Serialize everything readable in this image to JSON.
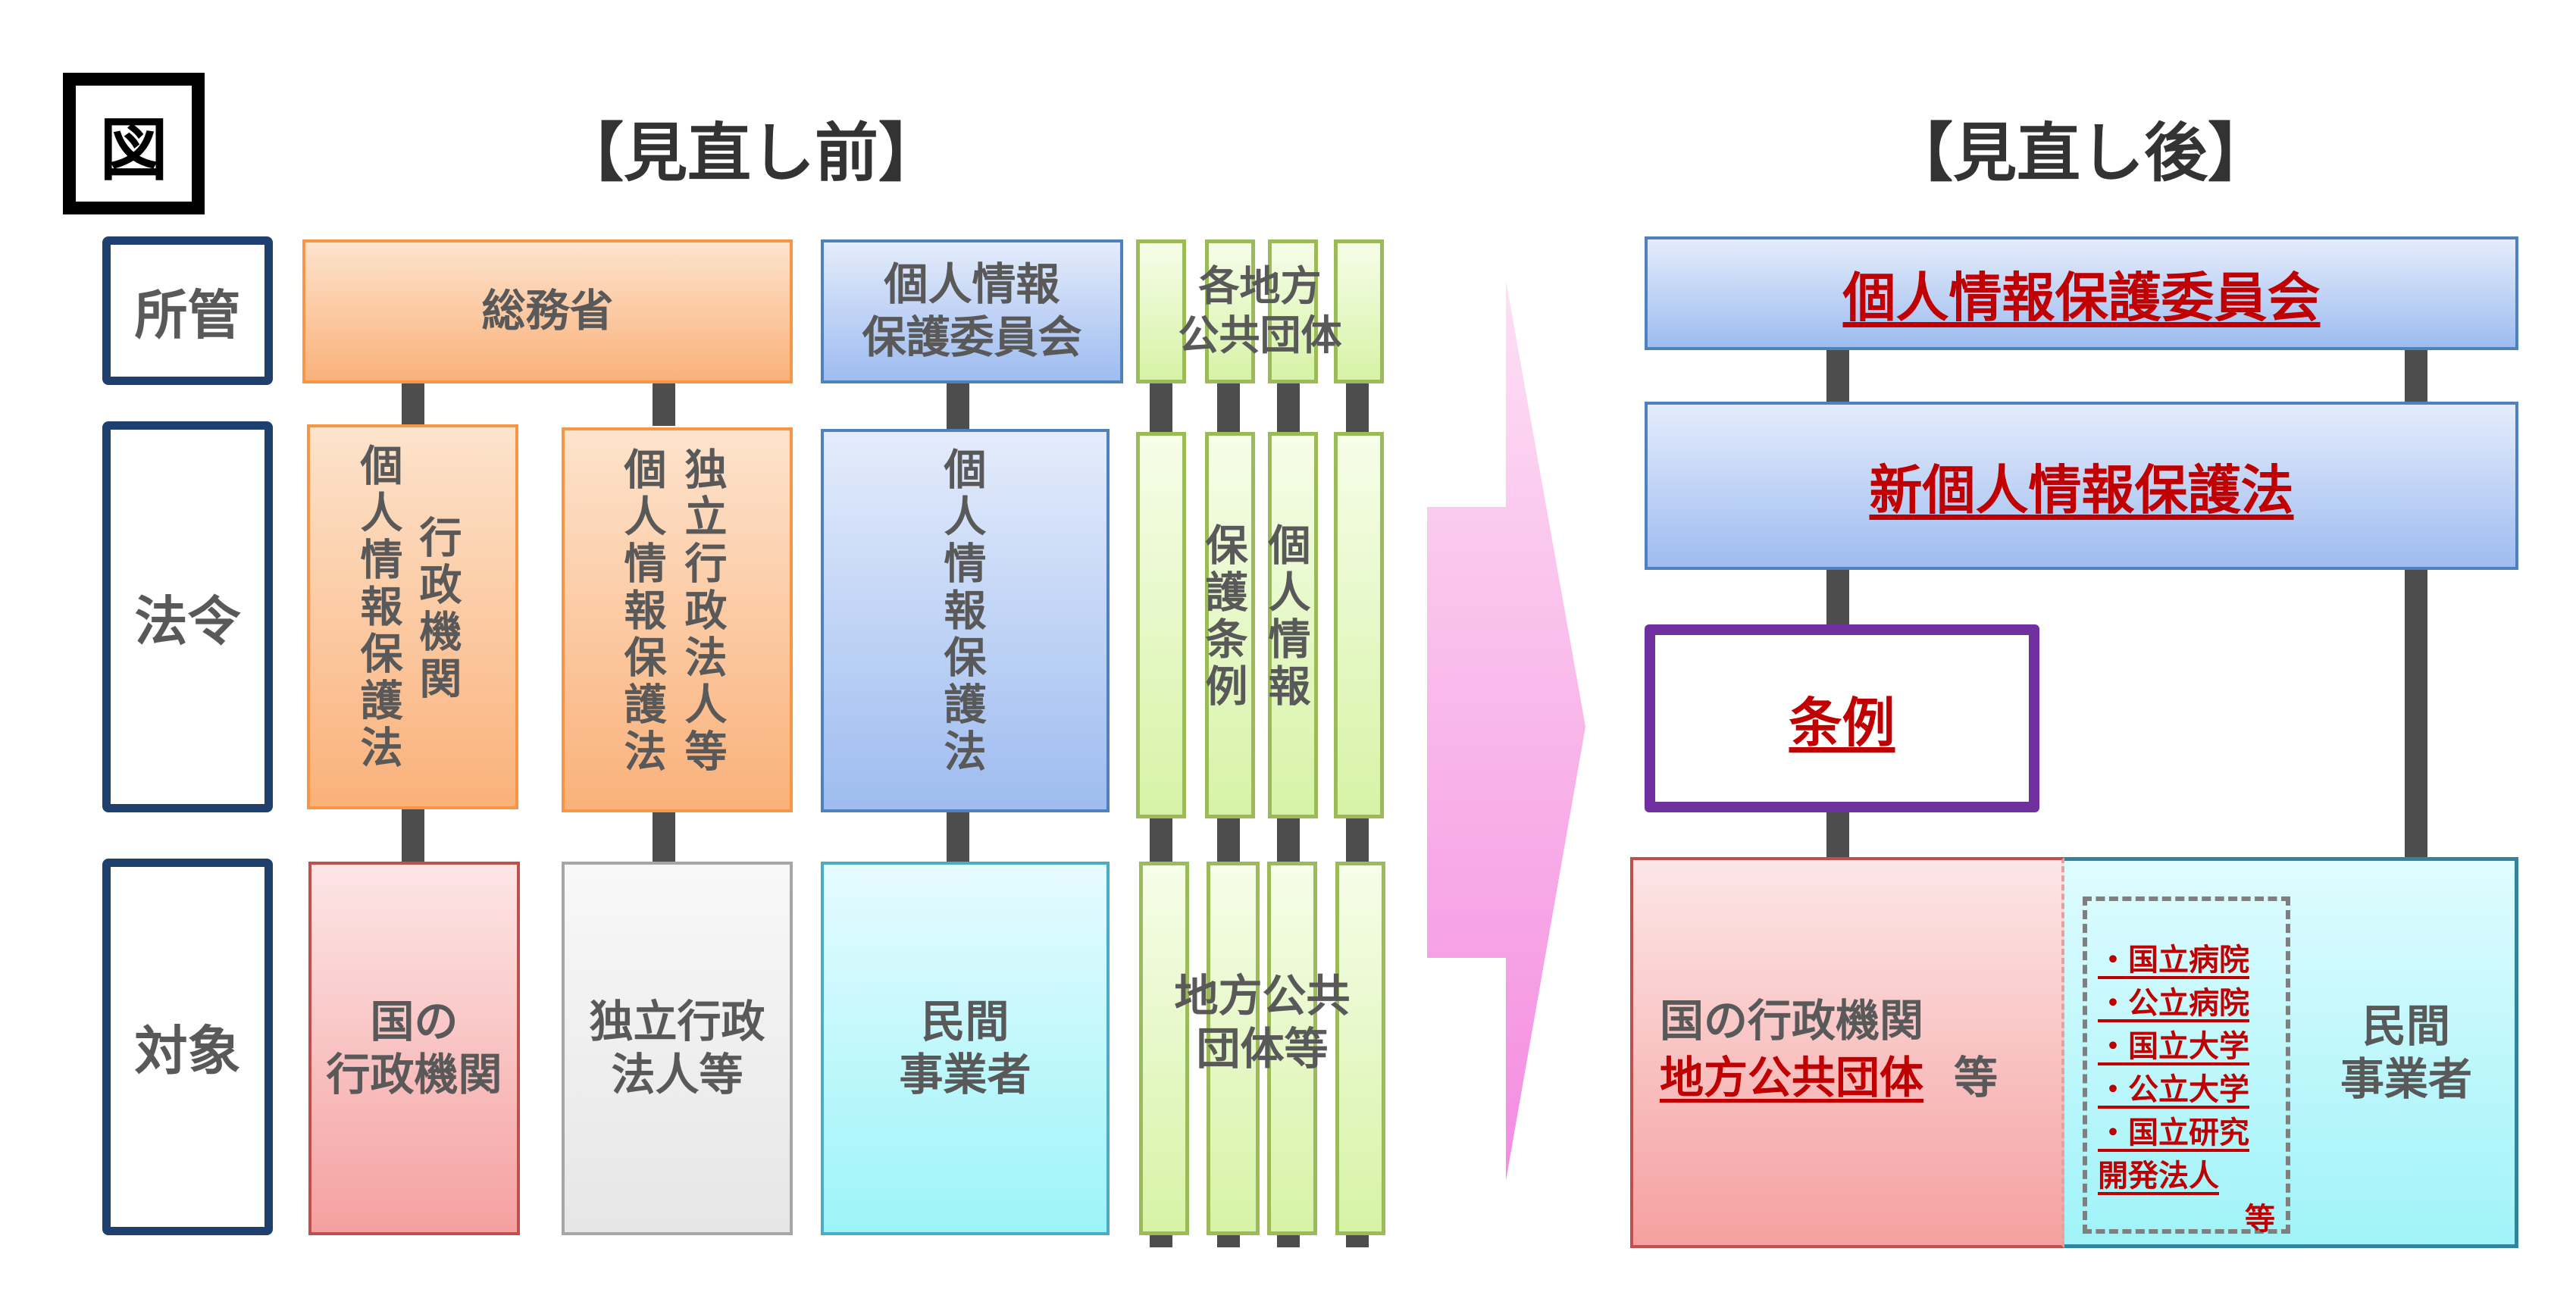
{
  "figure_label": "図",
  "before": {
    "title": "【見直し前】",
    "row_labels": [
      "所管",
      "法令",
      "対象"
    ],
    "jurisdiction": {
      "somusho": "総務省",
      "ppc": "個人情報\n保護委員会",
      "local": "各地方\n公共団体"
    },
    "laws": {
      "admin_col1": "行政機関",
      "admin_col2": "個人情報保護法",
      "inc_col1": "独立行政法人等",
      "inc_col2": "個人情報保護法",
      "private": "個人情報保護法",
      "local_col1": "保護条例",
      "local_col2": "個人情報"
    },
    "targets": {
      "admin": "国の\n行政機関",
      "inc": "独立行政\n法人等",
      "private": "民間\n事業者",
      "local": "地方公共\n団体等"
    }
  },
  "after": {
    "title": "【見直し後】",
    "ppc": "個人情報保護委員会",
    "law": "新個人情報保護法",
    "ordinance": "条例",
    "public_line1": "国の行政機関",
    "public_line2": "地方公共団体",
    "public_suffix": "等",
    "institutions": [
      "・国立病院",
      "・公立病院",
      "・国立大学",
      "・公立大学",
      "・国立研究開発法人"
    ],
    "institutions_suffix": "等",
    "private": "民間\n事業者"
  },
  "colors": {
    "text": "#595959",
    "red": "#c00000",
    "navy": "#1f3f6e",
    "purple": "#7030a0"
  }
}
